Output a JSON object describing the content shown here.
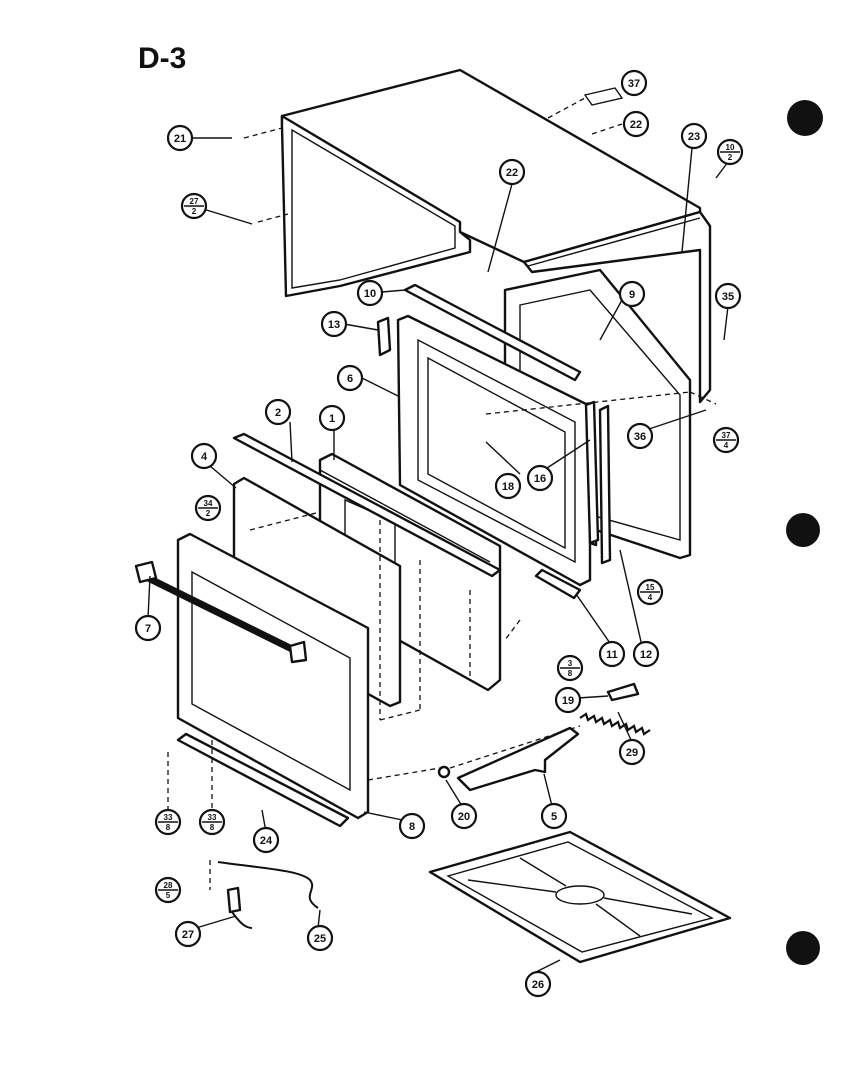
{
  "diagram": {
    "title": "D-3",
    "colors": {
      "ink": "#111111",
      "paper": "#ffffff"
    },
    "callouts": [
      {
        "id": "c37a",
        "label": "37"
      },
      {
        "id": "c21",
        "label": "21"
      },
      {
        "id": "c22top",
        "label": "22"
      },
      {
        "id": "c23",
        "label": "23"
      },
      {
        "id": "c22b",
        "label": "22"
      },
      {
        "id": "c10",
        "label": "10"
      },
      {
        "id": "c9",
        "label": "9"
      },
      {
        "id": "c13",
        "label": "13"
      },
      {
        "id": "c35",
        "label": "35"
      },
      {
        "id": "c6",
        "label": "6"
      },
      {
        "id": "c36",
        "label": "36"
      },
      {
        "id": "c2",
        "label": "2"
      },
      {
        "id": "c1",
        "label": "1"
      },
      {
        "id": "c18",
        "label": "18"
      },
      {
        "id": "c16",
        "label": "16"
      },
      {
        "id": "c4",
        "label": "4"
      },
      {
        "id": "c7",
        "label": "7"
      },
      {
        "id": "c11",
        "label": "11"
      },
      {
        "id": "c12",
        "label": "12"
      },
      {
        "id": "c19",
        "label": "19"
      },
      {
        "id": "c29",
        "label": "29"
      },
      {
        "id": "c20",
        "label": "20"
      },
      {
        "id": "c5",
        "label": "5"
      },
      {
        "id": "c8",
        "label": "8"
      },
      {
        "id": "c24",
        "label": "24"
      },
      {
        "id": "c25",
        "label": "25"
      },
      {
        "id": "c27",
        "label": "27"
      },
      {
        "id": "c26",
        "label": "26"
      }
    ],
    "fractions": [
      {
        "id": "f27-2",
        "top": "27",
        "bottom": "2"
      },
      {
        "id": "f10-2",
        "top": "10",
        "bottom": "2"
      },
      {
        "id": "f34-2",
        "top": "34",
        "bottom": "2"
      },
      {
        "id": "f37-4",
        "top": "37",
        "bottom": "4"
      },
      {
        "id": "f3-8",
        "top": "3",
        "bottom": "8"
      },
      {
        "id": "f15-4",
        "top": "15",
        "bottom": "4"
      },
      {
        "id": "f33-8a",
        "top": "33",
        "bottom": "8"
      },
      {
        "id": "f33-8b",
        "top": "33",
        "bottom": "8"
      },
      {
        "id": "f28-5",
        "top": "28",
        "bottom": "5"
      }
    ]
  }
}
